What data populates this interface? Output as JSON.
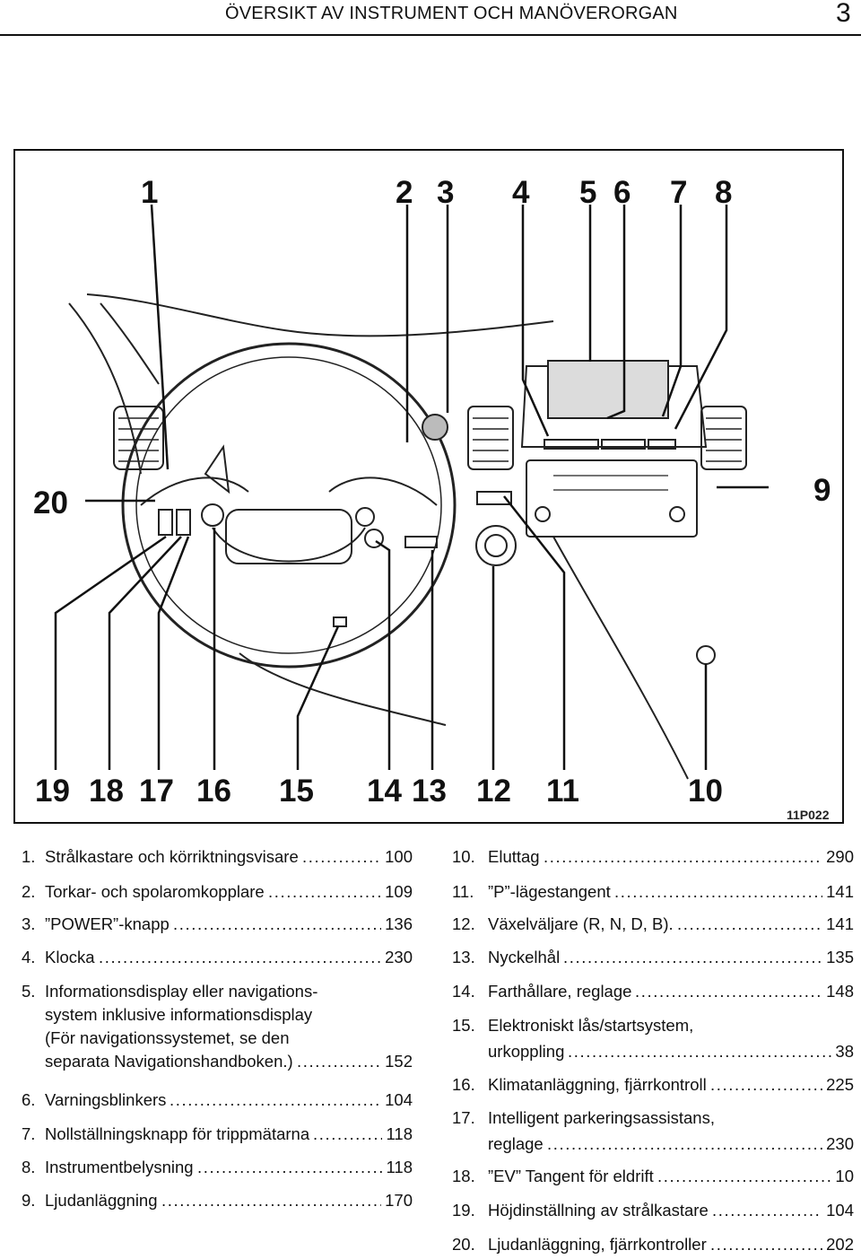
{
  "header": {
    "title": "ÖVERSIKT AV INSTRUMENT OCH MANÖVERORGAN",
    "chapter": "3"
  },
  "figure": {
    "code": "11P022",
    "callouts_top": [
      "1",
      "2",
      "3",
      "4",
      "5",
      "6",
      "7",
      "8"
    ],
    "callout_right": "9",
    "callout_left": "20",
    "callouts_bottom": [
      "19",
      "18",
      "17",
      "16",
      "15",
      "14",
      "13",
      "12",
      "11",
      "10"
    ]
  },
  "items_left": [
    {
      "num": "1.",
      "lines": [
        "Strålkastare och körriktningsvisare"
      ],
      "page": "100"
    },
    {
      "num": "2.",
      "lines": [
        "Torkar- och spolaromkopplare"
      ],
      "page": "109"
    },
    {
      "num": "3.",
      "lines": [
        "”POWER”-knapp"
      ],
      "page": "136"
    },
    {
      "num": "4.",
      "lines": [
        "Klocka"
      ],
      "page": "230"
    },
    {
      "num": "5.",
      "lines": [
        "Informationsdisplay eller navigations-",
        "system inklusive informationsdisplay",
        "(För navigationssystemet, se den",
        "separata Navigationshandboken.)"
      ],
      "page": "152"
    },
    {
      "num": "6.",
      "lines": [
        "Varningsblinkers"
      ],
      "page": "104"
    },
    {
      "num": "7.",
      "lines": [
        "Nollställningsknapp för trippmätarna"
      ],
      "page": "118"
    },
    {
      "num": "8.",
      "lines": [
        "Instrumentbelysning"
      ],
      "page": "118"
    },
    {
      "num": "9.",
      "lines": [
        "Ljudanläggning"
      ],
      "page": "170"
    }
  ],
  "items_right": [
    {
      "num": "10.",
      "lines": [
        "Eluttag"
      ],
      "page": "290"
    },
    {
      "num": "11.",
      "lines": [
        "”P”-lägestangent"
      ],
      "page": "141"
    },
    {
      "num": "12.",
      "lines": [
        "Växelväljare (R, N, D, B)."
      ],
      "page": "141"
    },
    {
      "num": "13.",
      "lines": [
        "Nyckelhål"
      ],
      "page": "135"
    },
    {
      "num": "14.",
      "lines": [
        "Farthållare, reglage"
      ],
      "page": "148"
    },
    {
      "num": "15.",
      "lines": [
        "Elektroniskt lås/startsystem,",
        "urkoppling"
      ],
      "page": "38"
    },
    {
      "num": "16.",
      "lines": [
        "Klimatanläggning, fjärrkontroll"
      ],
      "page": "225"
    },
    {
      "num": "17.",
      "lines": [
        "Intelligent parkeringsassistans,",
        "reglage"
      ],
      "page": "230"
    },
    {
      "num": "18.",
      "lines": [
        "”EV” Tangent för eldrift"
      ],
      "page": "10"
    },
    {
      "num": "19.",
      "lines": [
        "Höjdinställning av strålkastare"
      ],
      "page": "104"
    },
    {
      "num": "20.",
      "lines": [
        "Ljudanläggning, fjärrkontroller"
      ],
      "page": "202"
    }
  ]
}
